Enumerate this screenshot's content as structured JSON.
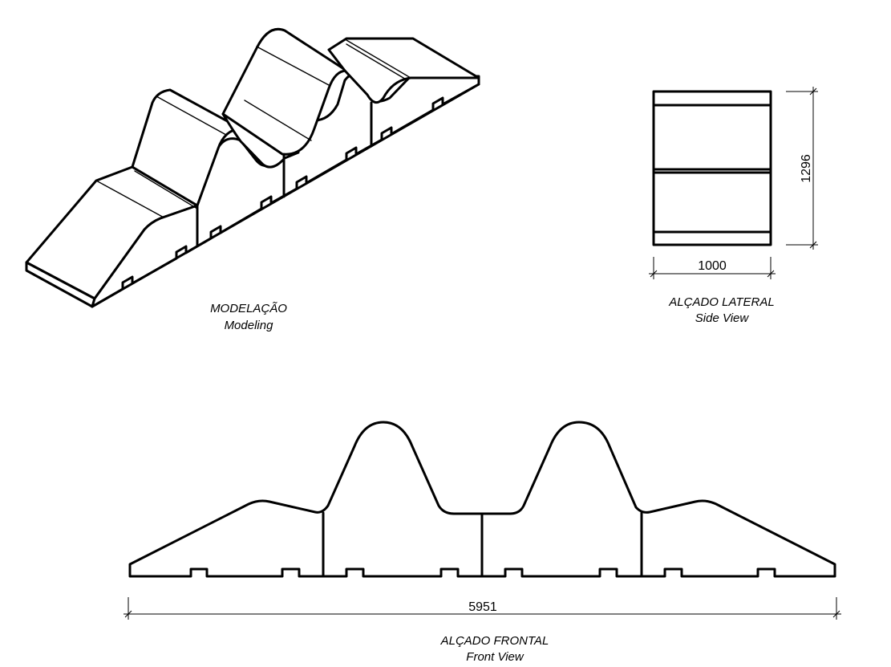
{
  "views": {
    "modeling": {
      "title": "MODELAÇÃO",
      "subtitle": "Modeling"
    },
    "side": {
      "title": "ALÇADO LATERAL",
      "subtitle": "Side View",
      "width_dim": "1000",
      "height_dim": "1296"
    },
    "front": {
      "title": "ALÇADO FRONTAL",
      "subtitle": "Front View",
      "length_dim": "5951"
    }
  }
}
